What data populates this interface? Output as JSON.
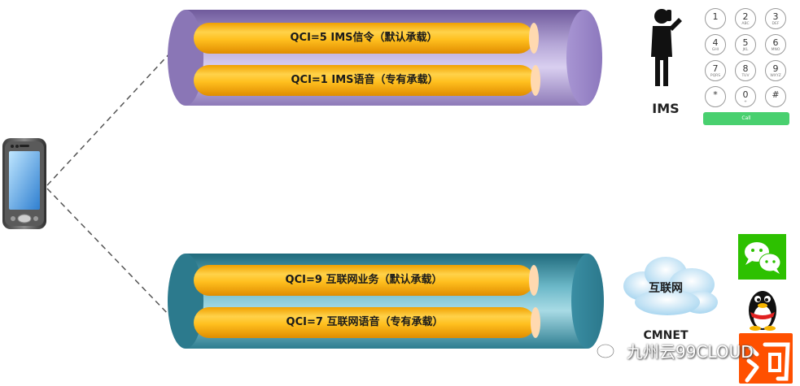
{
  "bearers_ims": {
    "signaling": "QCI=5 IMS信令（默认承载）",
    "voice": "QCI=1 IMS语音（专有承载）"
  },
  "bearers_internet": {
    "service": "QCI=9 互联网业务（默认承载）",
    "voice": "QCI=7 互联网语音（专有承载）"
  },
  "ims_label": "IMS",
  "cloud_label": "互联网",
  "cmnet_label": "CMNET",
  "watermark_text": "九州云99CLOUD",
  "dialpad": {
    "keys": [
      {
        "digit": "1",
        "letters": ""
      },
      {
        "digit": "2",
        "letters": "ABC"
      },
      {
        "digit": "3",
        "letters": "DEF"
      },
      {
        "digit": "4",
        "letters": "GHI"
      },
      {
        "digit": "5",
        "letters": "JKL"
      },
      {
        "digit": "6",
        "letters": "MNO"
      },
      {
        "digit": "7",
        "letters": "PQRS"
      },
      {
        "digit": "8",
        "letters": "TUV"
      },
      {
        "digit": "9",
        "letters": "WXYZ"
      },
      {
        "digit": "*",
        "letters": ""
      },
      {
        "digit": "0",
        "letters": "+"
      },
      {
        "digit": "#",
        "letters": ""
      }
    ],
    "call_label": "Call"
  },
  "colors": {
    "ims_tunnel": "#9a86c2",
    "internet_tunnel": "#3d8fa1",
    "bearer_pipe": "#f5a800",
    "call_button": "#49d06f",
    "wechat": "#2dc100",
    "taobao": "#ff5000"
  },
  "icons": [
    "mobile-phone-icon",
    "person-on-phone-icon",
    "wechat-icon",
    "qq-penguin-icon",
    "taobao-icon",
    "cloud-icon",
    "wechat-watermark-icon"
  ]
}
